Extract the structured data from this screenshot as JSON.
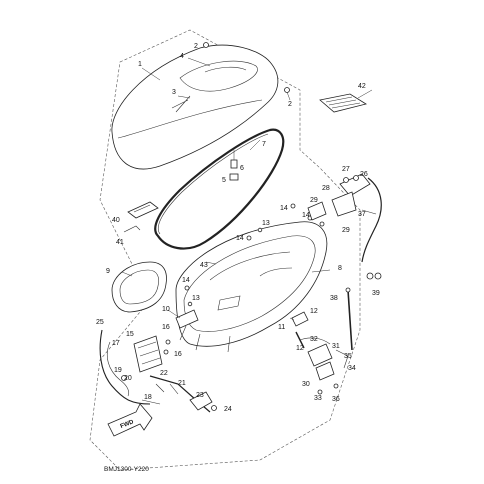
{
  "diagram_code": "BMJ1300-Y220",
  "fwd_label": "FWD",
  "callouts": {
    "c1": "1",
    "c2a": "2",
    "c2b": "2",
    "c3": "3",
    "c4": "4",
    "c5": "5",
    "c6": "6",
    "c7": "7",
    "c8": "8",
    "c9": "9",
    "c10": "10",
    "c11": "11",
    "c12a": "12",
    "c12b": "12",
    "c13a": "13",
    "c13b": "13",
    "c14a": "14",
    "c14b": "14",
    "c14c": "14",
    "c14d": "14",
    "c15": "15",
    "c16a": "16",
    "c16b": "16",
    "c17": "17",
    "c18": "18",
    "c19": "19",
    "c20": "20",
    "c21": "21",
    "c22": "22",
    "c23": "23",
    "c24": "24",
    "c25": "25",
    "c26": "26",
    "c27": "27",
    "c28": "28",
    "c29a": "29",
    "c29b": "29",
    "c30": "30",
    "c31": "31",
    "c32": "32",
    "c33": "33",
    "c34": "34",
    "c35": "35",
    "c36": "36",
    "c37": "37",
    "c38": "38",
    "c39": "39",
    "c40": "40",
    "c41": "41",
    "c42": "42",
    "c43": "43"
  }
}
